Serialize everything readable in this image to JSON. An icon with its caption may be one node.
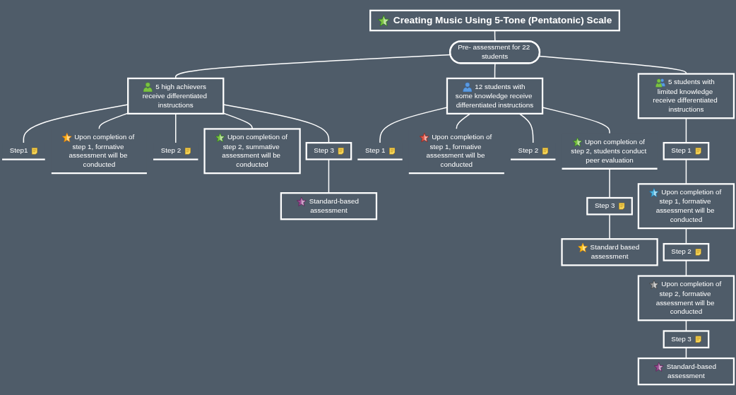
{
  "diagram": {
    "nodes": [
      {
        "text": [
          "Creating Music Using 5-Tone (Pentatonic) Scale"
        ]
      },
      {
        "text": [
          "Pre- assessment for 22 students"
        ]
      },
      {
        "text": [
          "5 high achievers receive differentiated instructions"
        ]
      },
      {
        "text": [
          "12 students with some knowledge receive differentiated instructions"
        ]
      },
      {
        "text": [
          "5 students with limited knowledge receive differentiated instructions"
        ]
      },
      {
        "text": [
          "Step1"
        ]
      },
      {
        "text": [
          "Upon completion of step 1, formative assessment will be conducted"
        ]
      },
      {
        "text": [
          "Step 2"
        ]
      },
      {
        "text": [
          "Upon completion of step 2, summative assessment will be conducted"
        ]
      },
      {
        "text": [
          "Step 3"
        ]
      },
      {
        "text": [
          "Standard-based assessment"
        ]
      },
      {
        "text": [
          "Step 1"
        ]
      },
      {
        "text": [
          "Upon completion of step 1, formative assessment will be conducted"
        ]
      },
      {
        "text": [
          "Step 2"
        ]
      },
      {
        "text": [
          "Upon completion of step 2, students conduct peer evaluation"
        ]
      },
      {
        "text": [
          "Step 3"
        ]
      },
      {
        "text": [
          "Standard based assessment"
        ]
      },
      {
        "text": [
          "Step 1"
        ]
      },
      {
        "text": [
          "Upon completion of step 1, formative assessment will be conducted"
        ]
      },
      {
        "text": [
          "Step 2"
        ]
      },
      {
        "text": [
          "Upon completion of step 2, formative assessment will be conducted"
        ]
      },
      {
        "text": [
          "Step 3"
        ]
      },
      {
        "text": [
          "Standard-based assessment"
        ]
      }
    ],
    "edges": [
      {
        "from": 0,
        "to": 1,
        "arrow": "none"
      },
      {
        "from": 1,
        "to": 2,
        "arrow": "none"
      },
      {
        "from": 1,
        "to": 3,
        "arrow": "none"
      },
      {
        "from": 1,
        "to": 4,
        "arrow": "none"
      },
      {
        "from": 2,
        "to": 5,
        "arrow": "none"
      },
      {
        "from": 2,
        "to": 6,
        "arrow": "none"
      },
      {
        "from": 2,
        "to": 7,
        "arrow": "none"
      },
      {
        "from": 2,
        "to": 8,
        "arrow": "none"
      },
      {
        "from": 2,
        "to": 9,
        "arrow": "none"
      },
      {
        "from": 9,
        "to": 10,
        "arrow": "none"
      },
      {
        "from": 3,
        "to": 11,
        "arrow": "none"
      },
      {
        "from": 3,
        "to": 12,
        "arrow": "none"
      },
      {
        "from": 3,
        "to": 13,
        "arrow": "none"
      },
      {
        "from": 3,
        "to": 14,
        "arrow": "none"
      },
      {
        "from": 14,
        "to": 15,
        "arrow": "none"
      },
      {
        "from": 15,
        "to": 16,
        "arrow": "none"
      },
      {
        "from": 4,
        "to": 17,
        "arrow": "none"
      },
      {
        "from": 17,
        "to": 18,
        "arrow": "none"
      },
      {
        "from": 18,
        "to": 19,
        "arrow": "none"
      },
      {
        "from": 19,
        "to": 20,
        "arrow": "none"
      },
      {
        "from": 20,
        "to": 21,
        "arrow": "none"
      },
      {
        "from": 21,
        "to": 22,
        "arrow": "none"
      }
    ]
  }
}
